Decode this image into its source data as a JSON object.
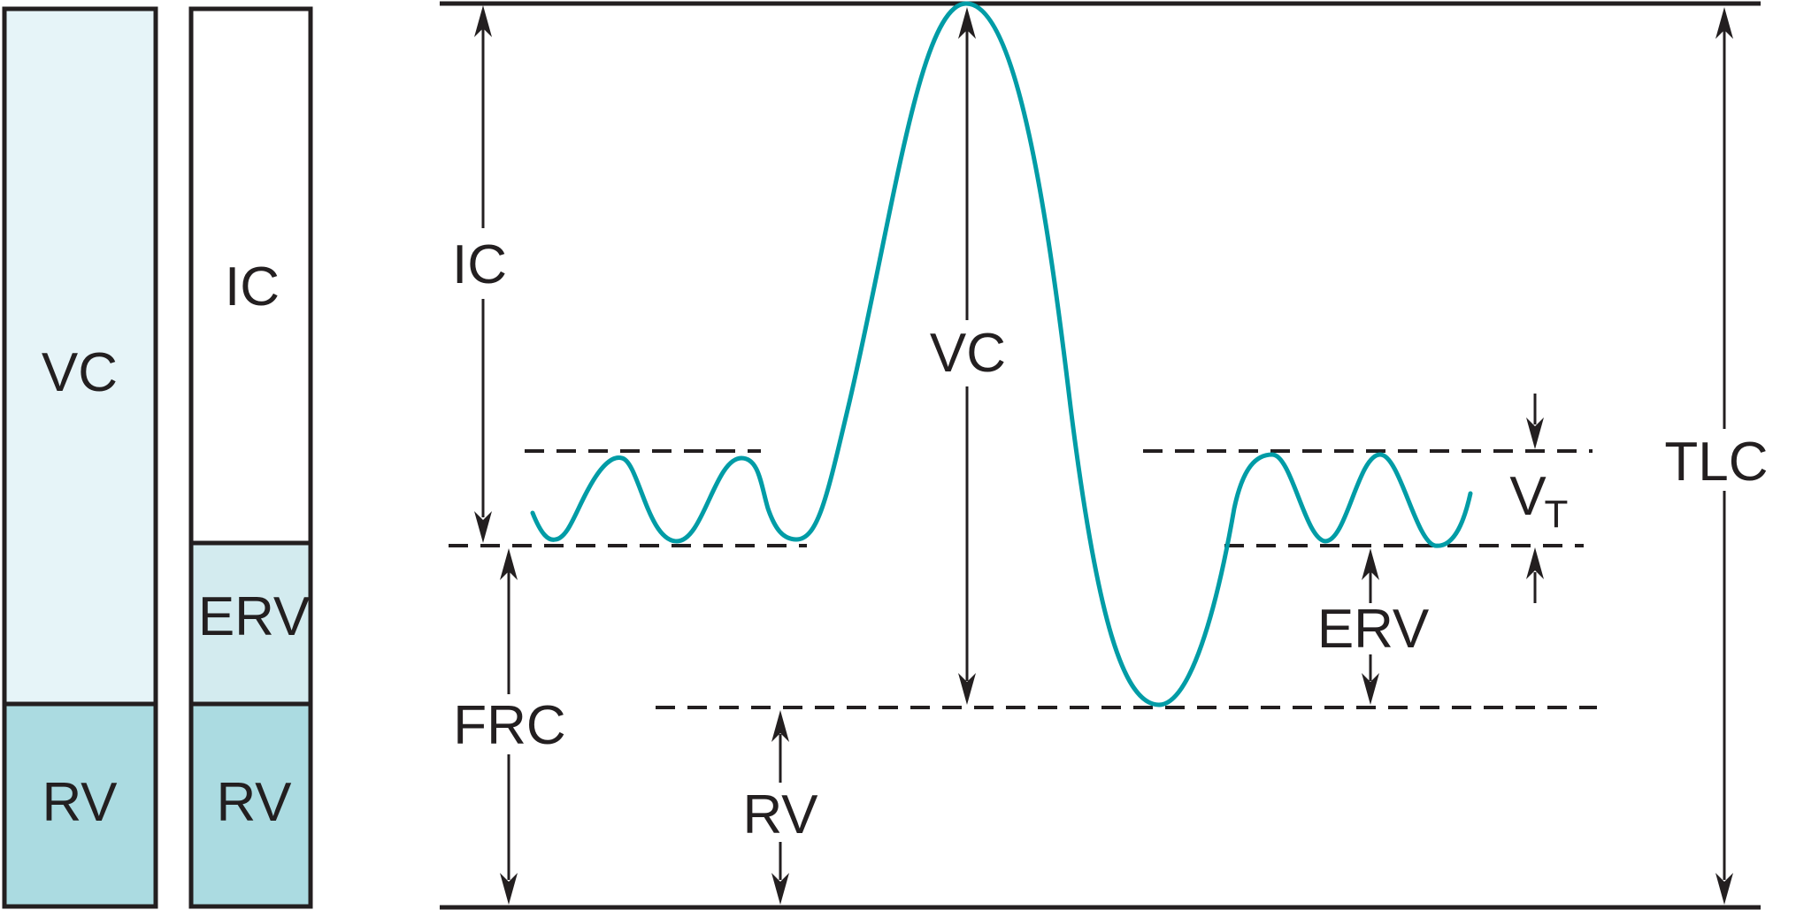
{
  "colors": {
    "line": "#231f20",
    "trace": "#009ca6",
    "vc_fill": "#e6f4f8",
    "ic_fill": "#ffffff",
    "erv_fill": "#d3ebef",
    "rv_fill": "#abdbe1"
  },
  "bar_left": {
    "top_label": "VC",
    "bottom_label": "RV"
  },
  "bar_right": {
    "top_label": "IC",
    "middle_label": "ERV",
    "bottom_label": "RV"
  },
  "tracing_labels": {
    "ic": "IC",
    "frc": "FRC",
    "vc": "VC",
    "rv": "RV",
    "erv": "ERV",
    "vt_main": "V",
    "vt_sub": "T",
    "tlc": "TLC"
  }
}
